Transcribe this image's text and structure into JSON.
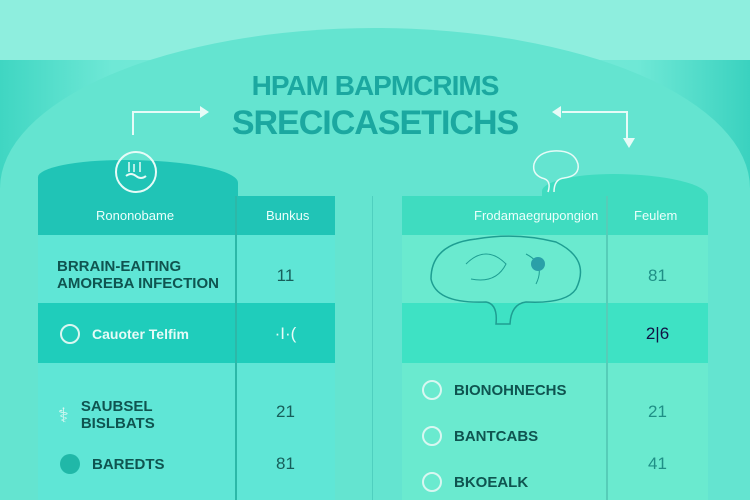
{
  "title": {
    "line1": "HPAM BAPMCRIMS",
    "line2": "SRECICASETICHS"
  },
  "left_table": {
    "headers": [
      "Rononobame",
      "Bunkus"
    ],
    "rows": [
      {
        "label": "BRRAIN-EAITING AMOREBA INFECTION",
        "value": "11"
      },
      {
        "label": "Cauoter Telfim",
        "value": "·I·("
      },
      {
        "label": "SAUBSEL BISLBATS",
        "value": "21"
      },
      {
        "label": "BAREDTS",
        "value": "81"
      }
    ]
  },
  "right_table": {
    "headers": [
      "Frodamaegrupongion",
      "Feulem"
    ],
    "rows": [
      {
        "label": "",
        "value": "81"
      },
      {
        "label": "",
        "value": "2|6"
      },
      {
        "label": "BIONOHNECHS",
        "value": ""
      },
      {
        "label": "BANTCABS",
        "value": "21"
      },
      {
        "label": "BKOEALK",
        "value": "41"
      }
    ]
  }
}
